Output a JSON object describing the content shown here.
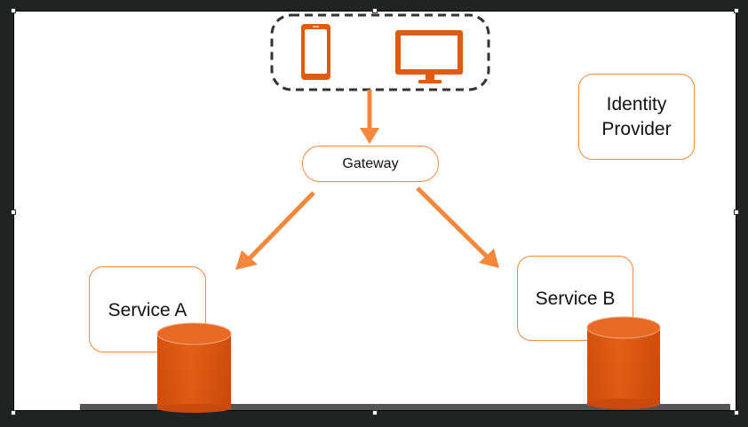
{
  "nodes": {
    "identity_provider": "Identity\nProvider",
    "gateway": "Gateway",
    "service_a": "Service A",
    "service_b": "Service B"
  },
  "colors": {
    "accent_orange": "#f0883a",
    "device_orange": "#e05a10",
    "frame_dark": "#1f2321"
  },
  "icons": {
    "client_group": [
      "phone-icon",
      "monitor-icon"
    ],
    "datastores": [
      "database-icon",
      "database-icon"
    ]
  }
}
